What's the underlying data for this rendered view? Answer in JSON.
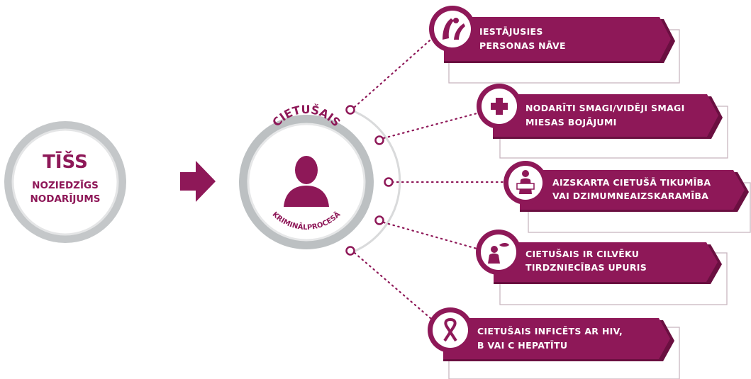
{
  "colors": {
    "accent": "#8e1858",
    "accent_dark": "#6a0f40",
    "ring_gray": "#b9bcbe",
    "ring_light": "#e9eaeb",
    "box_border": "#c8b6c0"
  },
  "left_circle": {
    "title": "TĪŠS",
    "line1": "NOZIEDZĪGS",
    "line2": "NODARĪJUMS"
  },
  "center_circle": {
    "top_arc": "CIETUŠAIS",
    "bottom_arc": "KRIMINĀLPROCESĀ",
    "icon": "person-icon"
  },
  "items": [
    {
      "line1": "IESTĀJUSIES",
      "line2": "PERSONAS NĀVE",
      "icon": "hands-icon"
    },
    {
      "line1": "NODARĪTI SMAGI/VIDĒJI SMAGI",
      "line2": "MIESAS BOJĀJUMI",
      "icon": "medical-cross-icon"
    },
    {
      "line1": "AIZSKARTA CIETUŠĀ TIKUMĪBA",
      "line2": "VAI DZIMUMNEAIZSKARAMĪBA",
      "icon": "person-censored-icon"
    },
    {
      "line1": "CIETUŠAIS IR CILVĒKU",
      "line2": "TIRDZNIECĪBAS UPURIS",
      "icon": "trafficking-icon"
    },
    {
      "line1": "CIETUŠAIS INFICĒTS AR HIV,",
      "line2": "B VAI C HEPATĪTU",
      "icon": "ribbon-icon"
    }
  ]
}
